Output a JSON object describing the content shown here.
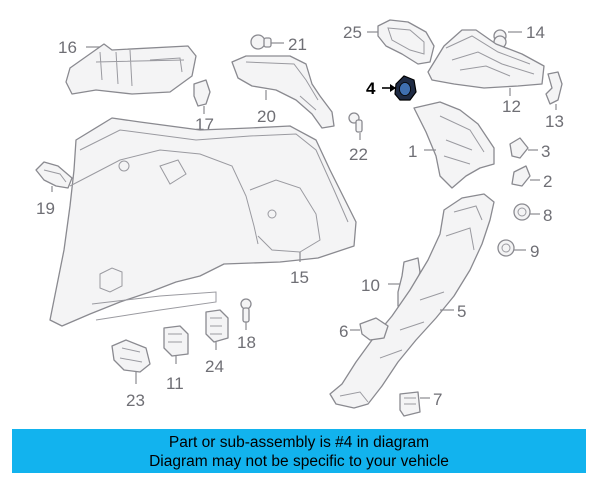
{
  "diagram": {
    "callouts": {
      "c1": "1",
      "c2": "2",
      "c3": "3",
      "c4": "4",
      "c5": "5",
      "c6": "6",
      "c7": "7",
      "c8": "8",
      "c9": "9",
      "c10": "10",
      "c11": "11",
      "c12": "12",
      "c13": "13",
      "c14": "14",
      "c15": "15",
      "c16": "16",
      "c17": "17",
      "c18": "18",
      "c19": "19",
      "c20": "20",
      "c21": "21",
      "c22": "22",
      "c23": "23",
      "c24": "24",
      "c25": "25"
    },
    "highlight_part": "4",
    "colors": {
      "line": "#8a8a90",
      "highlight": "#1f2b44",
      "banner": "#12b3ee"
    }
  },
  "banner": {
    "line1": "Part or sub-assembly is #4 in diagram",
    "line2": "Diagram may not be specific to your vehicle"
  }
}
